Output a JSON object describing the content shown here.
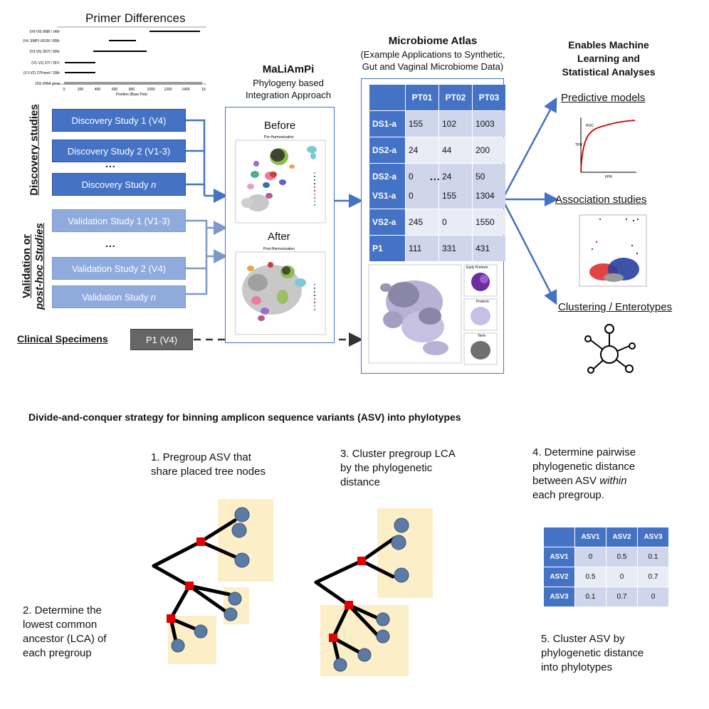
{
  "primer": {
    "title": "Primer Differences",
    "rows": [
      "(V6-V9) 968f / 149r",
      "(V4, EMP) U515f / 806r",
      "(V3-V5) 357f / 926r",
      "(V1-V2) 27f / 357r",
      "(V1-V2) 27Fmod / 338r",
      "16S rRNA gene"
    ],
    "xticks": [
      "0",
      "200",
      "400",
      "600",
      "800",
      "1000",
      "1200",
      "1400",
      "16"
    ],
    "xlabel": "Position (Base Pair)"
  },
  "discovery": {
    "label": "Discovery studies",
    "items": [
      "Discovery Study 1 (V4)",
      "Discovery Study 2 (V1-3)",
      "Discovery Study "
    ],
    "italic_n": "n",
    "dots": "..."
  },
  "validation": {
    "label_line1": "Validation or",
    "label_line2": "post-hoc Studies",
    "items": [
      "Validation Study 1 (V1-3)",
      "Validation Study 2 (V4)",
      "Validation Study "
    ],
    "italic_n": "n",
    "dots": "..."
  },
  "clinical": {
    "label": "Clinical Specimens",
    "box": "P1 (V4)"
  },
  "maliampi": {
    "title": "MaLiAmPi",
    "sub1": "Phylogeny based",
    "sub2": "Integration Approach",
    "before": "Before",
    "after": "After",
    "pre_title": "Pre-Harmonization",
    "post_title": "Post-Harmonization"
  },
  "atlas": {
    "title": "Microbiome Atlas",
    "sub1": "(Example Applications to  Synthetic,",
    "sub2": "Gut and Vaginal Microbiome Data)",
    "cols": [
      "PT01",
      "PT02",
      "PT03"
    ],
    "rows_top": [
      {
        "id": "DS1-a",
        "v": [
          "155",
          "102",
          "1003"
        ]
      },
      {
        "id": "DS2-a",
        "v": [
          "24",
          "44",
          "200"
        ]
      },
      {
        "id": "DS2-a",
        "v": [
          "0",
          "24",
          "50"
        ]
      }
    ],
    "dots": "...",
    "rows_bottom": [
      {
        "id": "VS1-a",
        "v": [
          "0",
          "155",
          "1304"
        ]
      },
      {
        "id": "VS2-a",
        "v": [
          "245",
          "0",
          "1550"
        ]
      },
      {
        "id": "P1",
        "v": [
          "111",
          "331",
          "431"
        ]
      }
    ],
    "panels": [
      "Early Preterm",
      "Preterm",
      "Term"
    ]
  },
  "ml": {
    "title1": "Enables Machine",
    "title2": "Learning and",
    "title3": "Statistical Analyses",
    "predictive": "Predictive models",
    "roc": "ROC",
    "tpr": "TPR",
    "fpr": "FPR",
    "association": "Association studies",
    "clustering": "Clustering / Enterotypes"
  },
  "bottom": {
    "title": "Divide-and-conquer strategy for binning amplicon sequence variants (ASV) into phylotypes",
    "step1_l1": "1. Pregroup ASV that",
    "step1_l2": "share placed tree nodes",
    "step2_l1": "2. Determine the",
    "step2_l2": "lowest common",
    "step2_l3": "ancestor (LCA) of",
    "step2_l4": "each pregroup",
    "step3_l1": "3. Cluster pregroup LCA",
    "step3_l2": "by the phylogenetic",
    "step3_l3": "distance",
    "step4_l1": "4. Determine pairwise",
    "step4_l2": "phylogenetic distance",
    "step4_l3a": "between ASV ",
    "step4_l3b": "within",
    "step4_l4": "each pregroup.",
    "step5_l1": "5. Cluster ASV by",
    "step5_l2": "phylogenetic distance",
    "step5_l3": "into phylotypes",
    "asv_cols": [
      "ASV1",
      "ASV2",
      "ASV3"
    ],
    "asv_rows": [
      {
        "id": "ASV1",
        "v": [
          "0",
          "0.5",
          "0.1"
        ]
      },
      {
        "id": "ASV2",
        "v": [
          "0.5",
          "0",
          "0.7"
        ]
      },
      {
        "id": "ASV3",
        "v": [
          "0.1",
          "0.7",
          "0"
        ]
      }
    ]
  },
  "colors": {
    "blue": "#4472c4",
    "light_blue": "#8faadc",
    "table_cell": "#cfd5ea",
    "tree_red": "#e00000",
    "leaf": "#5b7aa6",
    "pregroup": "#fcefc7"
  }
}
